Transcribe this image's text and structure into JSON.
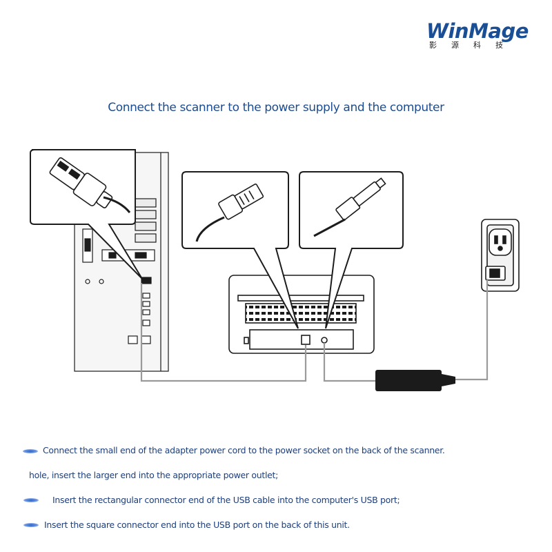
{
  "brand": {
    "name": "WinMage",
    "subtitle": "影源科技",
    "color": "#1a4f95"
  },
  "title": "Connect the scanner to the power supply and the computer",
  "steps": [
    "Connect the small end of the adapter power cord to the power socket on the back of the scanner.",
    "hole, insert the larger end into the appropriate power outlet;",
    "Insert the rectangular connector end of the USB cable into the computer's USB port;",
    "Insert the square connector end into the USB port on the back of this unit."
  ],
  "colors": {
    "text": "#1f3f7a",
    "line": "#1c1c1c",
    "cable": "#9a9a9a",
    "adapter": "#1b1b1b"
  },
  "icons": [
    "usb-a-plug-icon",
    "usb-b-plug-icon",
    "dc-power-plug-icon",
    "wall-outlet-icon",
    "power-adapter-icon"
  ]
}
